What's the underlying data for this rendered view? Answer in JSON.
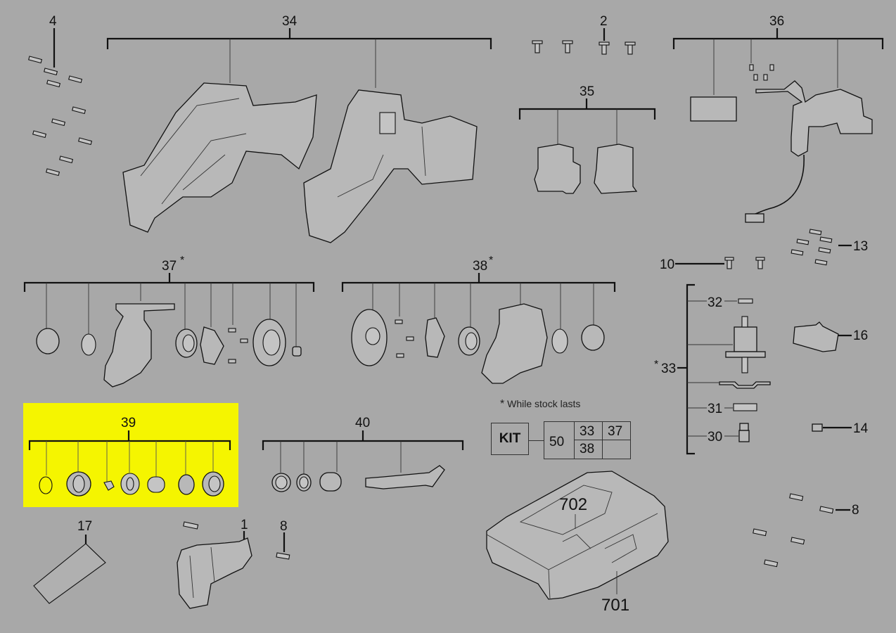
{
  "diagram": {
    "type": "exploded-parts-diagram",
    "background_color": "#a8a8a8",
    "highlight_color": "#f5f500",
    "highlighted_group": "39",
    "groups": [
      {
        "id": "34",
        "label": "34",
        "description": "housing halves (left and right clam shell with battery)"
      },
      {
        "id": "2",
        "label": "2",
        "description": "short screws (4)"
      },
      {
        "id": "4",
        "label": "4",
        "description": "housing screws (10)"
      },
      {
        "id": "35",
        "label": "35",
        "description": "motor assemblies (2)"
      },
      {
        "id": "36",
        "label": "36",
        "description": "switch/electronics assembly with wire and connector"
      },
      {
        "id": "13",
        "label": "13",
        "description": "screws (6)"
      },
      {
        "id": "10",
        "label": "10",
        "description": "screws (2)"
      },
      {
        "id": "37",
        "label": "37",
        "note_marker": "*",
        "description": "gear case assembly (left)"
      },
      {
        "id": "38",
        "label": "38",
        "note_marker": "*",
        "description": "gear case assembly (right)"
      },
      {
        "id": "33",
        "label": "33",
        "note_marker": "*",
        "description": "motor sub-assembly",
        "children": [
          "32",
          "31",
          "30"
        ]
      },
      {
        "id": "32",
        "label": "32"
      },
      {
        "id": "31",
        "label": "31"
      },
      {
        "id": "30",
        "label": "30"
      },
      {
        "id": "16",
        "label": "16",
        "description": "LED/cover part"
      },
      {
        "id": "14",
        "label": "14",
        "description": "spring"
      },
      {
        "id": "39",
        "label": "39",
        "description": "blade clamp kit (7 parts)"
      },
      {
        "id": "40",
        "label": "40",
        "description": "shaft/plunger kit (4 parts)"
      },
      {
        "id": "17",
        "label": "17",
        "description": "label"
      },
      {
        "id": "1",
        "label": "1",
        "description": "front nose/shoe"
      },
      {
        "id": "8",
        "label": "8",
        "description": "screws"
      },
      {
        "id": "702",
        "label": "702",
        "description": "case insert"
      },
      {
        "id": "701",
        "label": "701",
        "description": "carry case"
      }
    ]
  },
  "labels": {
    "l34": "34",
    "l2": "2",
    "l4": "4",
    "l36": "36",
    "l35": "35",
    "l13": "13",
    "l10": "10",
    "l37": "37",
    "l37star": "*",
    "l38": "38",
    "l38star": "*",
    "l32": "32",
    "l33": "33",
    "l33star": "*",
    "l16": "16",
    "l31": "31",
    "l30": "30",
    "l14": "14",
    "l39": "39",
    "l40": "40",
    "l17": "17",
    "l1": "1",
    "l8a": "8",
    "l8b": "8",
    "l702": "702",
    "l701": "701"
  },
  "footnote": {
    "marker": "*",
    "text": "While stock lasts"
  },
  "kit": {
    "label": "KIT",
    "number": "50",
    "contents": [
      "33",
      "37",
      "38"
    ]
  }
}
